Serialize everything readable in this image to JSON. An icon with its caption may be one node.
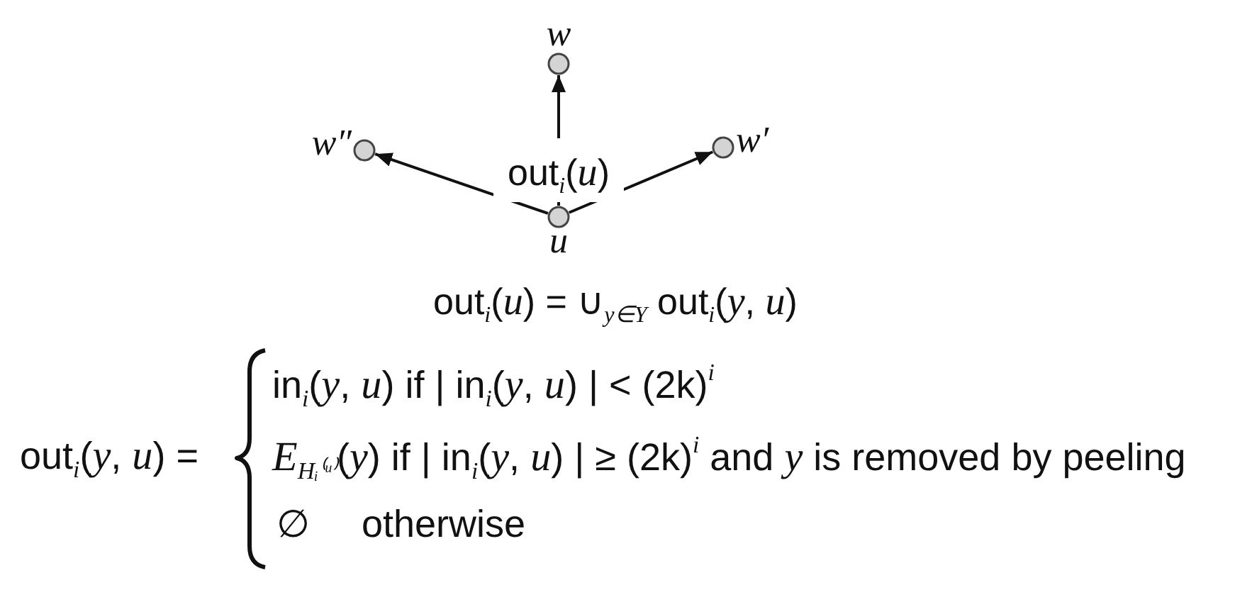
{
  "diagram": {
    "nodes": [
      {
        "text": [],
        "shape": "circle",
        "beside": [
          "w"
        ]
      },
      {
        "text": [],
        "shape": "circle",
        "beside": [
          "w″"
        ]
      },
      {
        "text": [],
        "shape": "circle",
        "beside": [
          "w′"
        ]
      },
      {
        "text": [],
        "shape": "circle",
        "beside": [
          "u"
        ]
      }
    ],
    "edges": [
      {
        "from": 3,
        "to": 0,
        "arrow": "to"
      },
      {
        "from": 3,
        "to": 1,
        "arrow": "to"
      },
      {
        "from": 3,
        "to": 2,
        "arrow": "to"
      }
    ],
    "labels": [
      "out$_{i}$(*u*)",
      "out$_{i}$(*u*) = ∪$_{y∈Y}$ out$_{i}$(*y*, *u*)",
      "out$_{i}$(*y*, *u*) =",
      "in$_{i}$(*y*, *u*) if | in$_{i}$(*y*, *u*) | < (2k)$^{i}$",
      "*E*$_{Hᵢ⁽ᵘ⁾}$(*y*) if | in$_{i}$(*y*, *u*) | ≥ (2k)$^{i}$ and *y* is removed by peeling",
      "∅",
      "otherwise"
    ]
  }
}
